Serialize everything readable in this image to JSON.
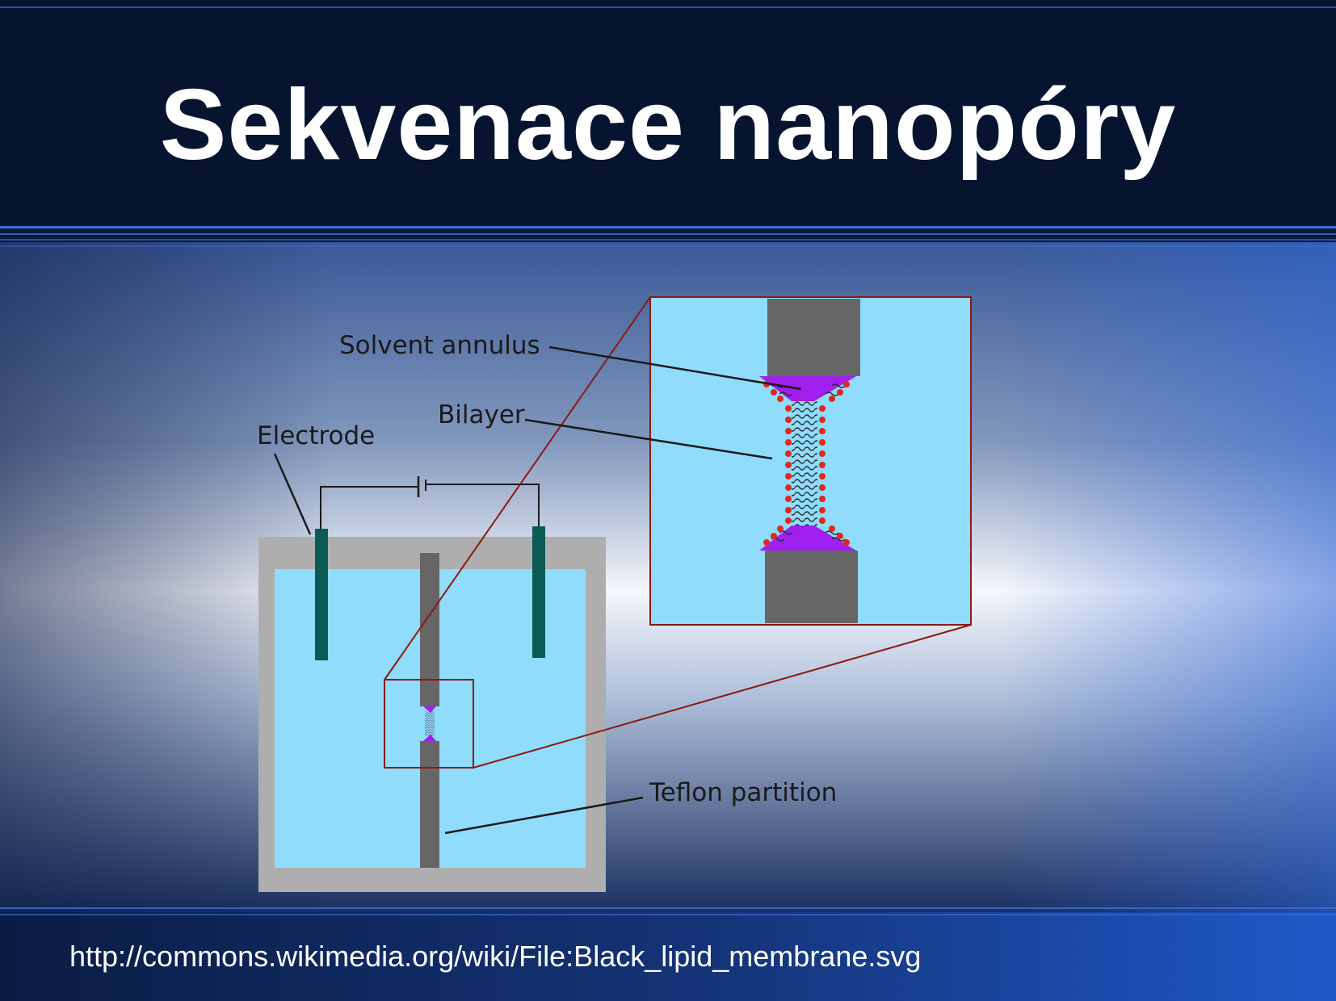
{
  "slide": {
    "title": "Sekvenace nanopóry",
    "source_url": "http://commons.wikimedia.org/wiki/File:Black_lipid_membrane.svg"
  },
  "diagram": {
    "labels": {
      "solvent_annulus": "Solvent annulus",
      "bilayer": "Bilayer",
      "electrode": "Electrode",
      "teflon_partition": "Teflon partition"
    }
  },
  "colors": {
    "header_bg": "#061430",
    "accent_line": "#3f6fd6",
    "water": "#8fdcfc",
    "container": "#aeaeae",
    "electrode": "#0c5a54",
    "partition": "#666666",
    "solvent": "#a020f0",
    "head_groups": "#e0281e",
    "zoom_outline": "#8b1a10"
  }
}
